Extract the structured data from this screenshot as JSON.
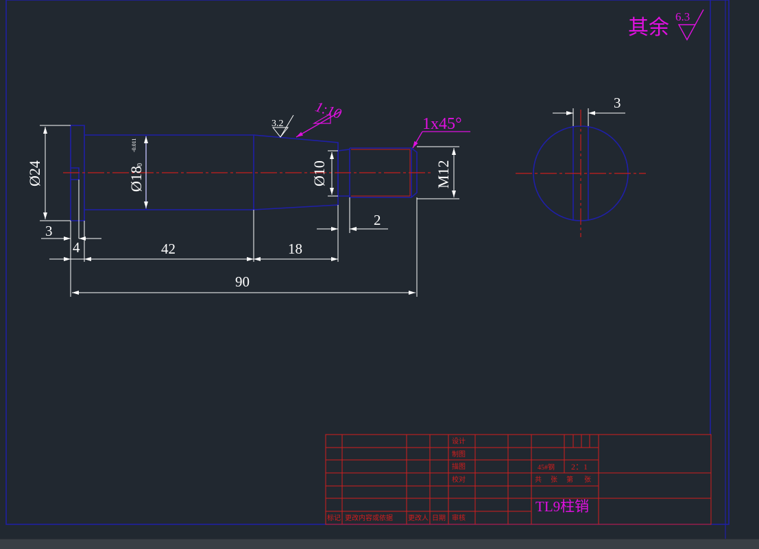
{
  "drawing": {
    "roughness_note": {
      "label": "其余",
      "value": "6.3"
    },
    "roughness_local": "3.2",
    "taper": "1:10",
    "chamfer": "1x45°",
    "dims": {
      "d24": "Ø24",
      "d18": "Ø18",
      "d18_tol_upper": "-0.011",
      "d18_tol_lower": "0",
      "d10": "Ø10",
      "m12": "M12",
      "len3": "3",
      "len4": "4",
      "len42": "42",
      "len18": "18",
      "len2": "2",
      "len90": "90",
      "section_3": "3"
    }
  },
  "title_block": {
    "labels": {
      "design": "设计",
      "draw": "制图",
      "trace": "描图",
      "check": "校对",
      "review": "审核"
    },
    "bottom_row": {
      "mark": "标记",
      "content": "更改内容或依据",
      "person": "更改人",
      "date": "日期"
    },
    "material": "45#钢",
    "scale": "2：1",
    "sheets": {
      "total": "共",
      "zhang1": "张",
      "di": "第",
      "zhang2": "张"
    },
    "part_name": "TL9柱销"
  },
  "colors": {
    "background": "#212830",
    "outline": "#1f1fa8",
    "dimension": "#ffffff",
    "centerline": "#c81e1e",
    "annotation": "#e010e0",
    "titleblock": "#d21e1e"
  }
}
